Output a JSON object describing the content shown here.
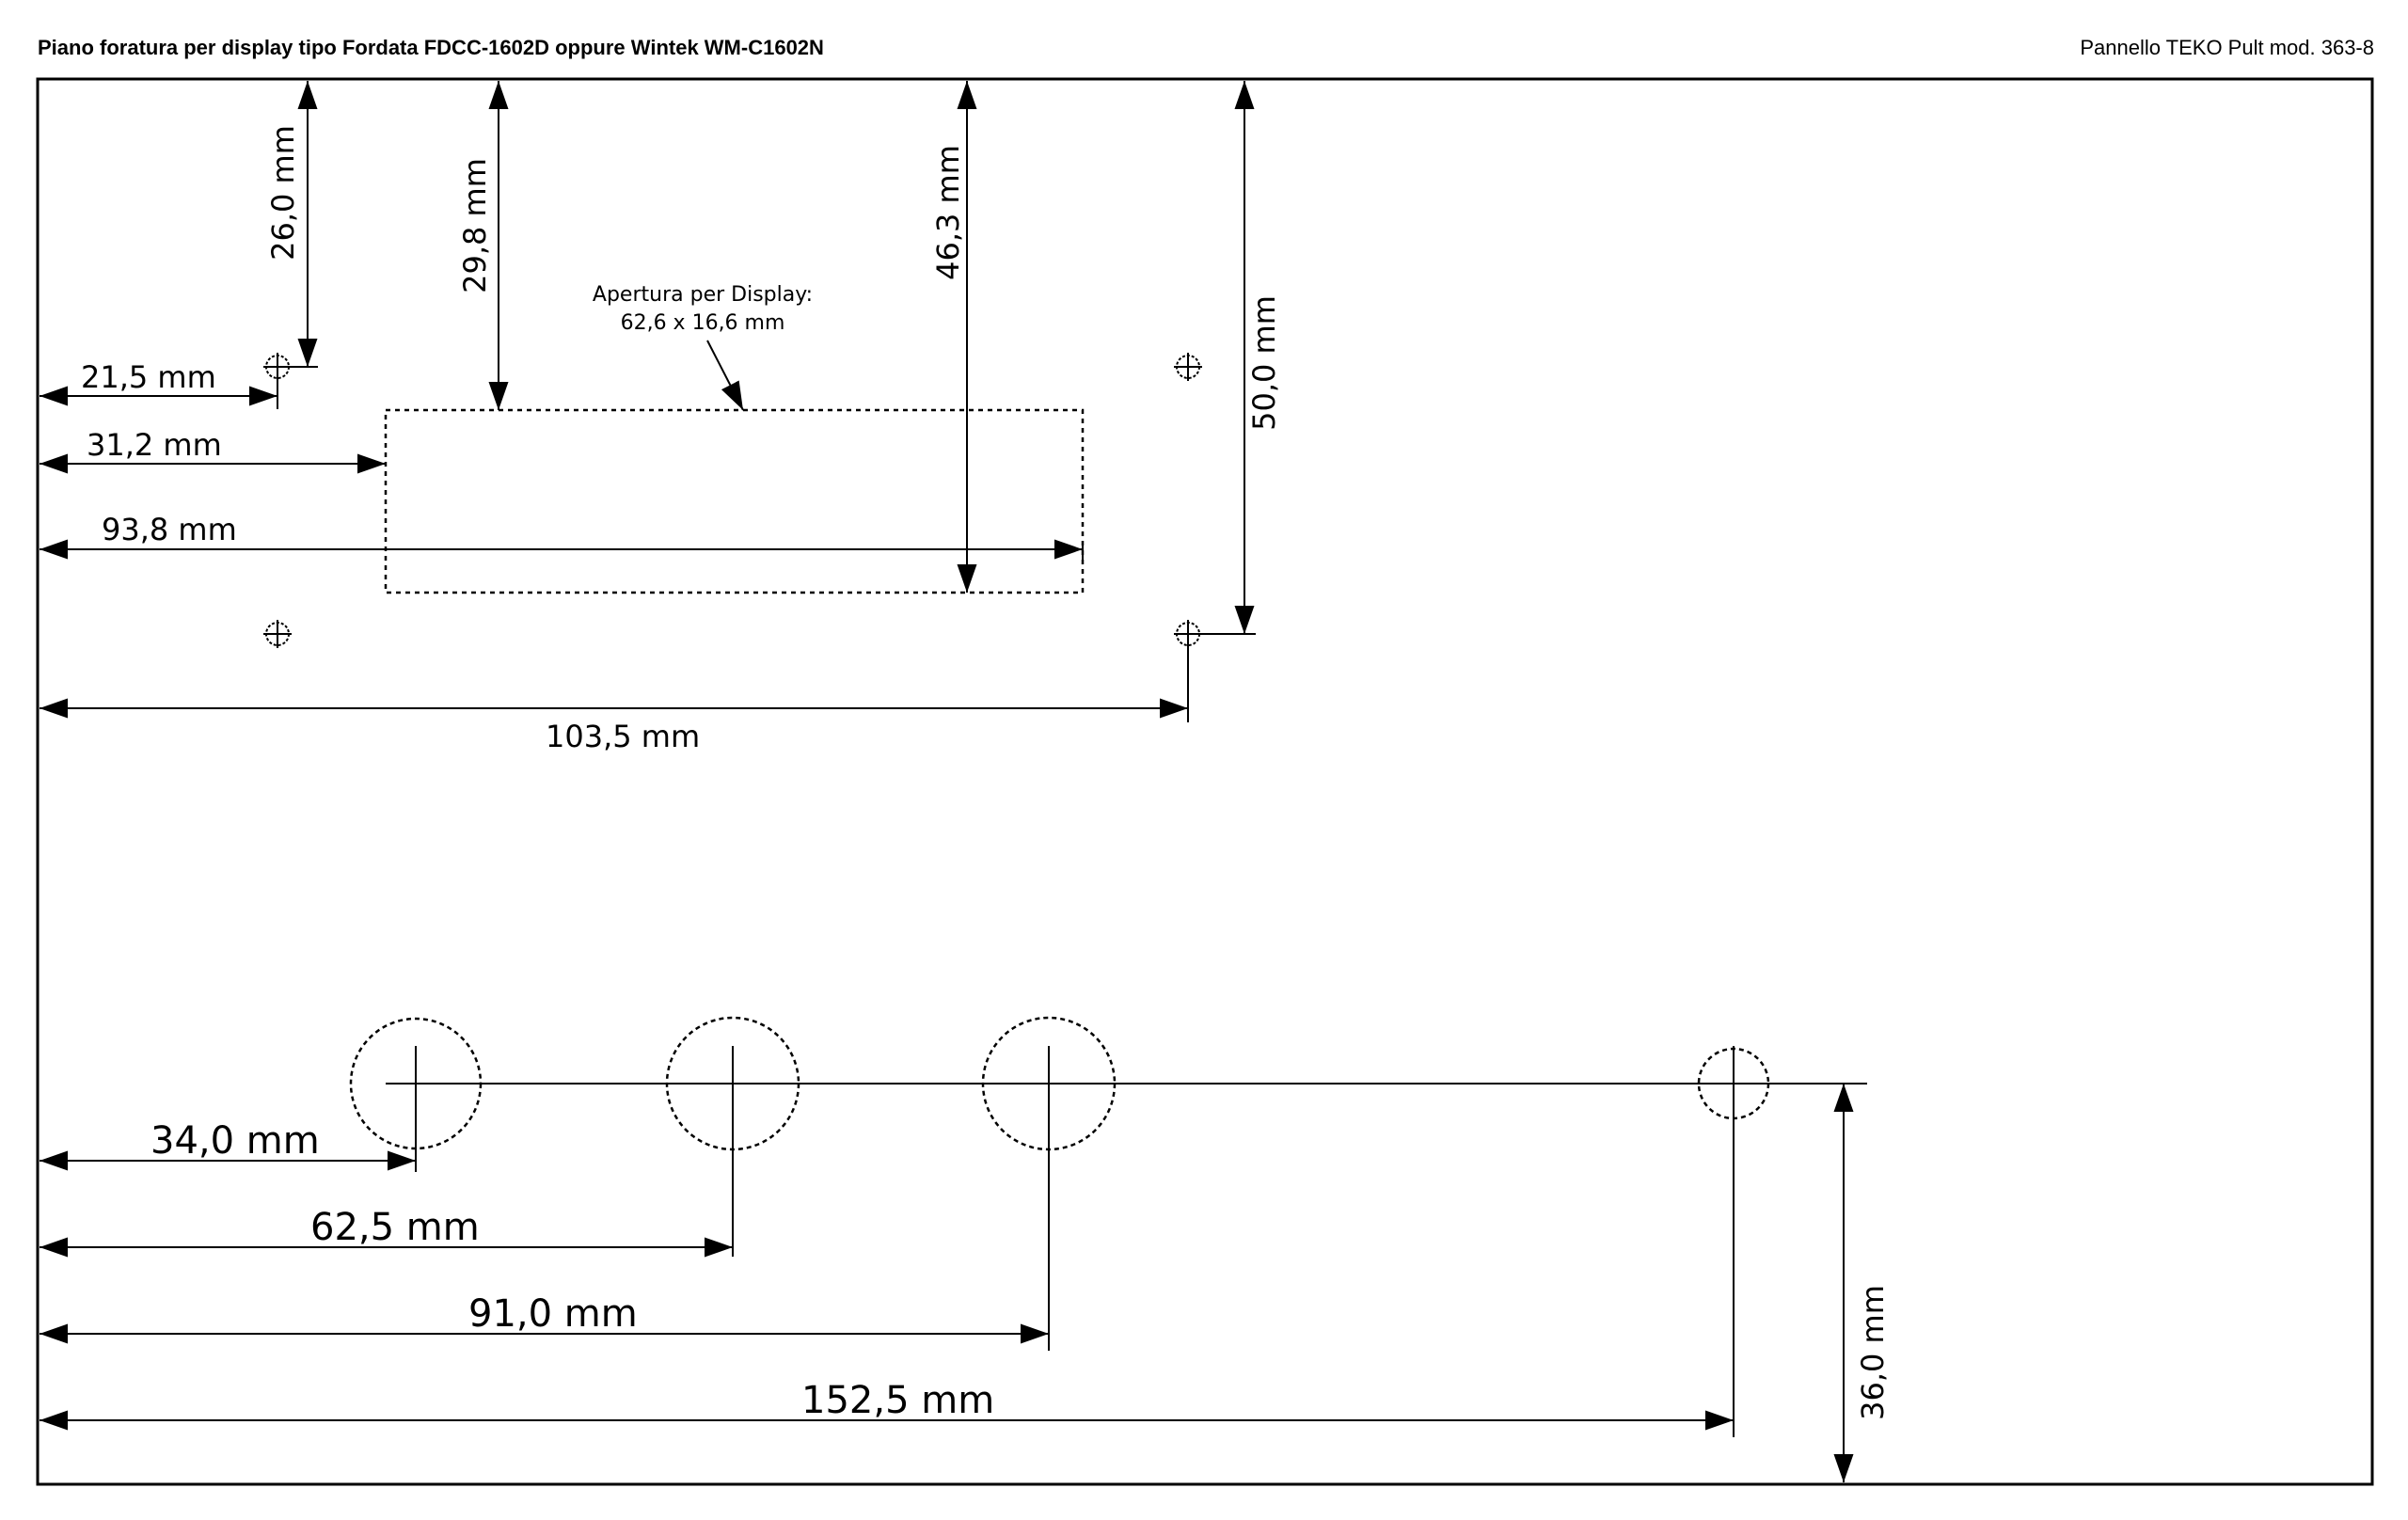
{
  "header": {
    "title": "Piano foratura per display tipo Fordata FDCC-1602D oppure Wintek WM-C1602N",
    "model": "Pannello TEKO Pult mod. 363-8"
  },
  "display_note": {
    "line1": "Apertura per Display:",
    "line2": "62,6 x 16,6 mm"
  },
  "dimensions": {
    "top_26": "26,0 mm",
    "top_29_8": "29,8 mm",
    "top_46_3": "46,3 mm",
    "height_50": "50,0 mm",
    "left_21_5": "21,5 mm",
    "left_31_2": "31,2 mm",
    "left_93_8": "93,8 mm",
    "left_103_5": "103,5 mm",
    "left_34": "34,0 mm",
    "left_62_5": "62,5 mm",
    "left_91": "91,0 mm",
    "left_152_5": "152,5 mm",
    "bottom_36": "36,0 mm"
  }
}
